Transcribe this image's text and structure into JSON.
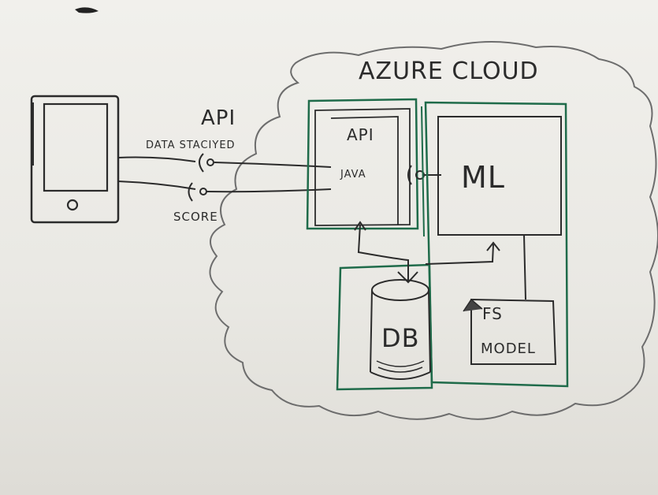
{
  "diagram": {
    "cloud_label": "AZURE CLOUD",
    "api_heading": "API",
    "interface_data": "DATA STACIYED",
    "interface_score": "SCORE",
    "api_box_label": "API",
    "api_box_sublabel": "JAVA",
    "ml_label": "ML",
    "db_label": "DB",
    "fs_label": "FS",
    "model_label": "MODEL"
  },
  "colors": {
    "marker_black": "#2b2b2b",
    "marker_green": "#1f6b4a",
    "board": "#efeee9"
  }
}
